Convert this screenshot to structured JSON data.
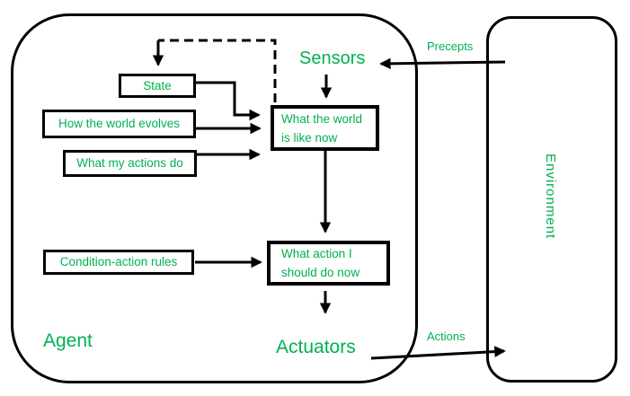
{
  "colors": {
    "accent_green": "#00B050",
    "line_black": "#000000",
    "canvas": "#FFFFFF"
  },
  "agent": {
    "label": "Agent"
  },
  "environment": {
    "label": "Environment"
  },
  "io_labels": {
    "sensors": "Sensors",
    "actuators": "Actuators",
    "precepts": "Precepts",
    "actions": "Actions"
  },
  "boxes": {
    "state": {
      "label": "State"
    },
    "how_world_evolves": {
      "label": "How the world evolves"
    },
    "what_actions_do": {
      "label": "What my actions do"
    },
    "world_now": {
      "line1": "What the world",
      "line2": "is like now"
    },
    "condition_rules": {
      "label": "Condition-action rules"
    },
    "action_now": {
      "line1": "What action I",
      "line2": "should do now"
    }
  },
  "edges": [
    {
      "from": "world_now",
      "to": "state",
      "style": "dashed-feedback"
    },
    {
      "from": "state",
      "to": "world_now",
      "style": "solid-elbow"
    },
    {
      "from": "how_world_evolves",
      "to": "world_now",
      "style": "solid"
    },
    {
      "from": "what_actions_do",
      "to": "world_now",
      "style": "solid"
    },
    {
      "from": "sensors",
      "to": "world_now",
      "style": "solid"
    },
    {
      "from": "world_now",
      "to": "action_now",
      "style": "solid"
    },
    {
      "from": "condition_rules",
      "to": "action_now",
      "style": "solid"
    },
    {
      "from": "action_now",
      "to": "actuators",
      "style": "solid"
    },
    {
      "from": "environment",
      "to": "sensors",
      "style": "solid",
      "label": "Precepts"
    },
    {
      "from": "actuators",
      "to": "environment",
      "style": "solid",
      "label": "Actions"
    }
  ]
}
